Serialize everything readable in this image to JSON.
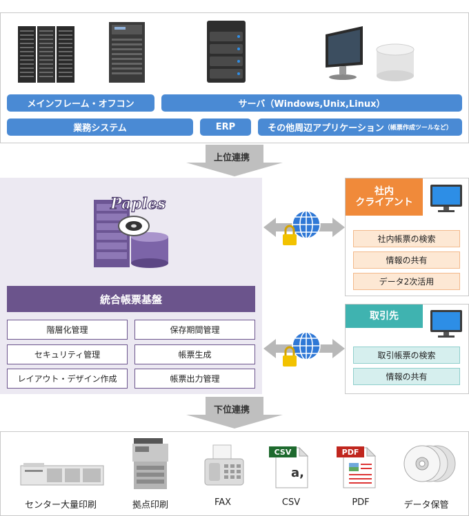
{
  "top": {
    "labels": {
      "mainframe": "メインフレーム・オフコン",
      "server": "サーバ（Windows,Unix,Linux）",
      "business": "業務システム",
      "erp": "ERP",
      "other": "その他周辺アプリケーション",
      "other_sub": "（帳票作成ツールなど）"
    }
  },
  "upper_link": "上位連携",
  "lower_link": "下位連携",
  "core": {
    "logo": "Paples",
    "title": "統合帳票基盤",
    "functions": [
      "階層化管理",
      "保存期間管理",
      "セキュリティ管理",
      "帳票生成",
      "レイアウト・デザイン作成",
      "帳票出力管理"
    ]
  },
  "internal": {
    "title": "社内\nクライアント",
    "items": [
      "社内帳票の検索",
      "情報の共有",
      "データ2次活用"
    ],
    "color": "#f08a3a"
  },
  "partner": {
    "title": "取引先",
    "items": [
      "取引帳票の検索",
      "情報の共有"
    ],
    "color": "#3fb3b0"
  },
  "outputs": {
    "labels": [
      "センター大量印刷",
      "拠点印刷",
      "FAX",
      "CSV",
      "PDF",
      "データ保管"
    ],
    "csv_tag": "CSV",
    "csv_glyph": "a,",
    "pdf_tag": "PDF"
  }
}
